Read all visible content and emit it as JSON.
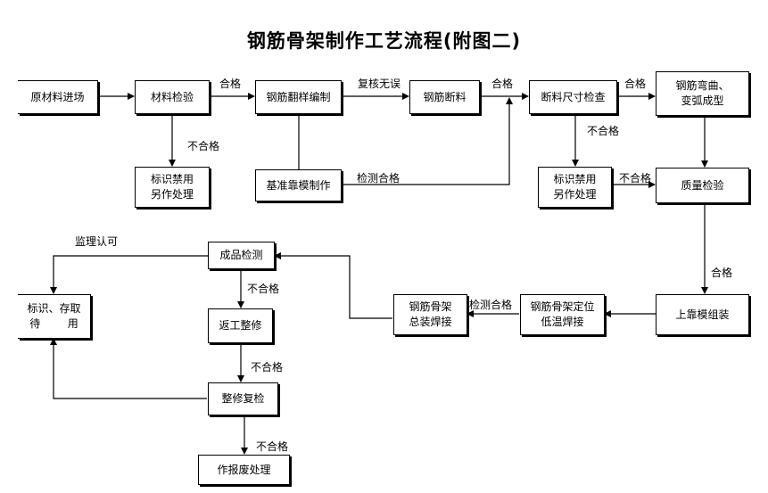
{
  "title": "钢筋骨架制作工艺流程(附图二)",
  "nodes": {
    "raw": "原材料进场",
    "inspect": "材料检验",
    "flip": "钢筋翻样编制",
    "cut": "钢筋断料",
    "size": "断料尺寸检查",
    "bend": "钢筋弯曲、\n变弧成型",
    "reject1": "标识禁用\n另作处理",
    "mold": "基准靠模制作",
    "reject2": "标识禁用\n另作处理",
    "quality": "质量检验",
    "assemble": "上靠模组装",
    "position": "钢筋骨架定位\n低温焊接",
    "weld": "钢筋骨架\n总装焊接",
    "product": "成品检测",
    "tag": "标识、存取\n待        用",
    "rework": "返工整修",
    "recheck": "整修复检",
    "scrap": "作报废处理"
  },
  "labels": {
    "pass1": "合格",
    "verify": "复核无误",
    "pass2": "合格",
    "pass3": "合格",
    "fail1": "不合格",
    "fail2": "不合格",
    "mold_pass": "检测合格",
    "fail3": "不合格",
    "pass4": "合格",
    "weld_pass": "检测合格",
    "supervise": "监理认可",
    "fail4": "不合格",
    "fail5": "不合格",
    "fail6": "不合格"
  }
}
